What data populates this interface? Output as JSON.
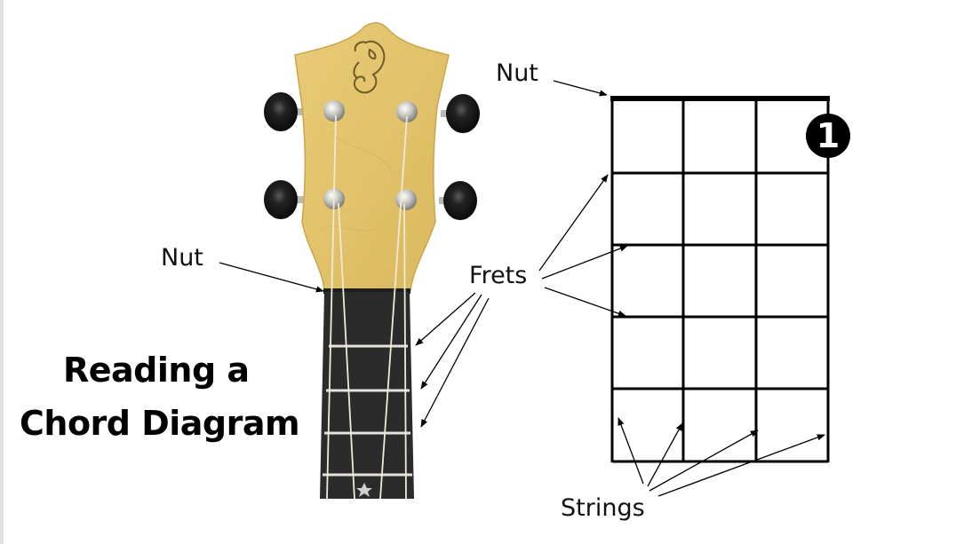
{
  "title": {
    "line1": "Reading a",
    "line2": "Chord Diagram"
  },
  "ukulele_photo": {
    "labels": {
      "nut": "Nut",
      "frets": "Frets"
    },
    "colors": {
      "headstock": "#e3c46e",
      "headstock_edge": "#c9a64a",
      "fretboard": "#2a2a2a",
      "fret_wire": "#e8e6e0",
      "string": "#efe9d6",
      "tuner_button": "#1c1c1c",
      "tuner_post": "#c9c9c4"
    },
    "fret_positions_y": [
      390,
      440,
      488,
      535
    ],
    "string_positions_x": [
      370,
      400,
      428,
      455
    ],
    "inlay_icon": "star-inlay-icon"
  },
  "chord_diagram": {
    "labels": {
      "nut": "Nut",
      "frets": "Frets",
      "strings": "Strings"
    },
    "strings_count": 4,
    "frets_count": 5,
    "finger_dot": {
      "label": "1",
      "string": 4,
      "fret": 1
    },
    "colors": {
      "grid": "#000000",
      "dot": "#000000",
      "dot_text": "#ffffff"
    }
  }
}
